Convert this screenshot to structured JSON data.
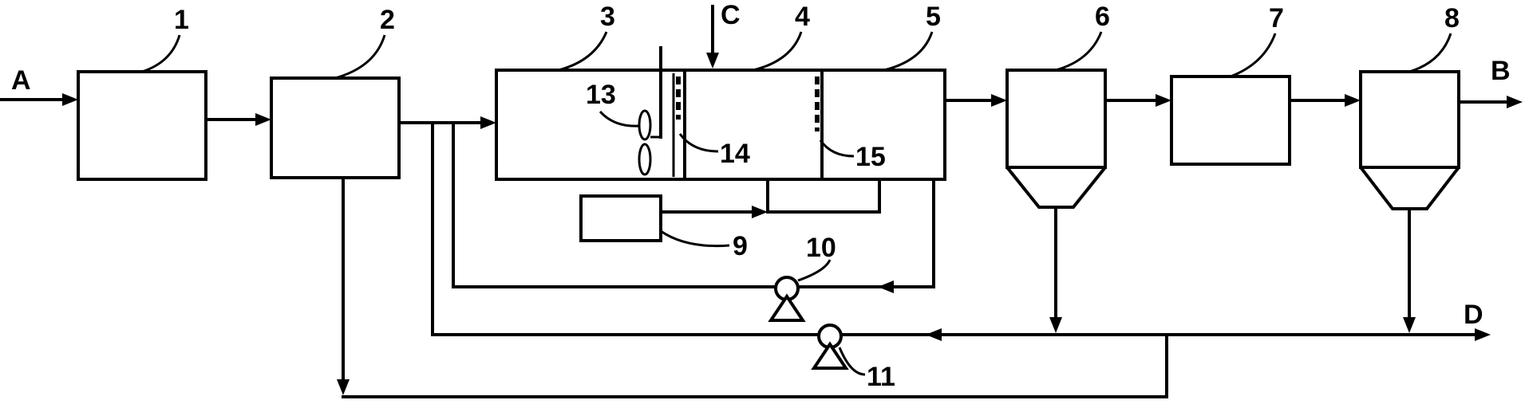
{
  "labels": {
    "inlet_A": "A",
    "outlet_B": "B",
    "inlet_C": "C",
    "outlet_D": "D",
    "n1": "1",
    "n2": "2",
    "n3": "3",
    "n4": "4",
    "n5": "5",
    "n6": "6",
    "n7": "7",
    "n8": "8",
    "n9": "9",
    "n10": "10",
    "n11": "11",
    "n13": "13",
    "n14": "14",
    "n15": "15"
  }
}
